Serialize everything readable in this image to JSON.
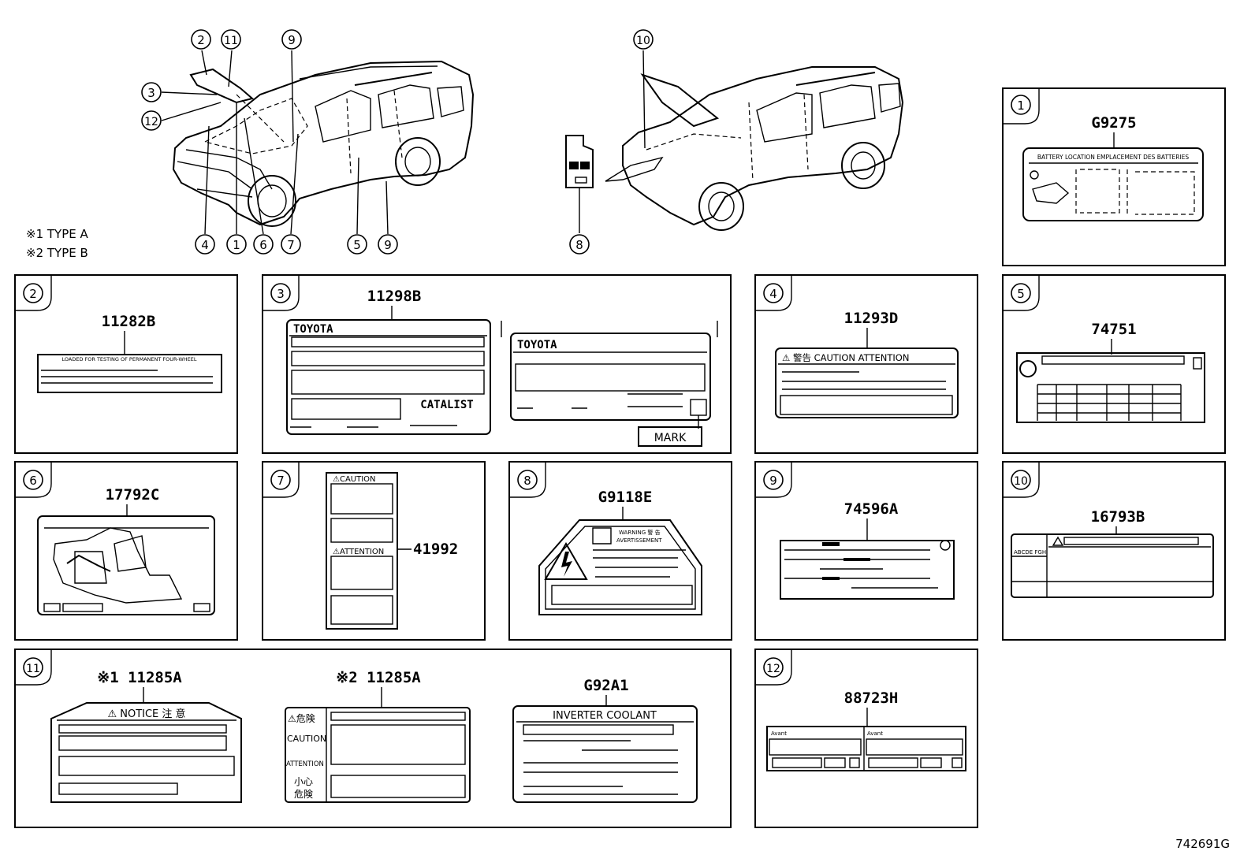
{
  "legend": [
    "※1 TYPE A",
    "※2 TYPE B"
  ],
  "figure_number": "742691G",
  "callouts_left_top": [
    "2",
    "11",
    "3",
    "12",
    "9"
  ],
  "callouts_left_bottom": [
    "4",
    "1",
    "6",
    "7",
    "5",
    "9"
  ],
  "callouts_right": [
    "10",
    "8"
  ],
  "panels": {
    "p1": {
      "num": "1",
      "part": "G9275",
      "label_text": "BATTERY LOCATION  EMPLACEMENT DES BATTERIES"
    },
    "p2": {
      "num": "2",
      "part": "11282B",
      "label_text": "LOADED FOR TESTING OF PERMANENT FOUR-WHEEL"
    },
    "p3": {
      "num": "3",
      "part": "11298B",
      "brand1": "TOYOTA",
      "brand2": "TOYOTA",
      "catalist": "CATALIST",
      "mark": "MARK"
    },
    "p4": {
      "num": "4",
      "part": "11293D",
      "caution": "⚠ 警告  CAUTION ATTENTION"
    },
    "p5": {
      "num": "5",
      "part": "74751"
    },
    "p6": {
      "num": "6",
      "part": "17792C"
    },
    "p7": {
      "num": "7",
      "part": "41992",
      "caution": "⚠CAUTION",
      "attention": "⚠ATTENTION"
    },
    "p8": {
      "num": "8",
      "part": "G9118E",
      "warning": "WARNING 警 告",
      "avert": "AVERTISSEMENT"
    },
    "p9": {
      "num": "9",
      "part": "74596A"
    },
    "p10": {
      "num": "10",
      "part": "16793B",
      "small": "ABCDE FGH"
    },
    "p11": {
      "num": "11",
      "a_part": "※1 11285A",
      "a_notice": "⚠  NOTICE  注 意",
      "b_part": "※2 11285A",
      "b_danger": "⚠危険",
      "b_caution": "CAUTION",
      "b_attention": "ATTENTION",
      "b_small1": "小心",
      "b_small2": "危険",
      "c_part": "G92A1",
      "c_title": "INVERTER COOLANT"
    },
    "p12": {
      "num": "12",
      "part": "88723H",
      "left_tag": "Avant",
      "right_tag": "Avant"
    }
  }
}
